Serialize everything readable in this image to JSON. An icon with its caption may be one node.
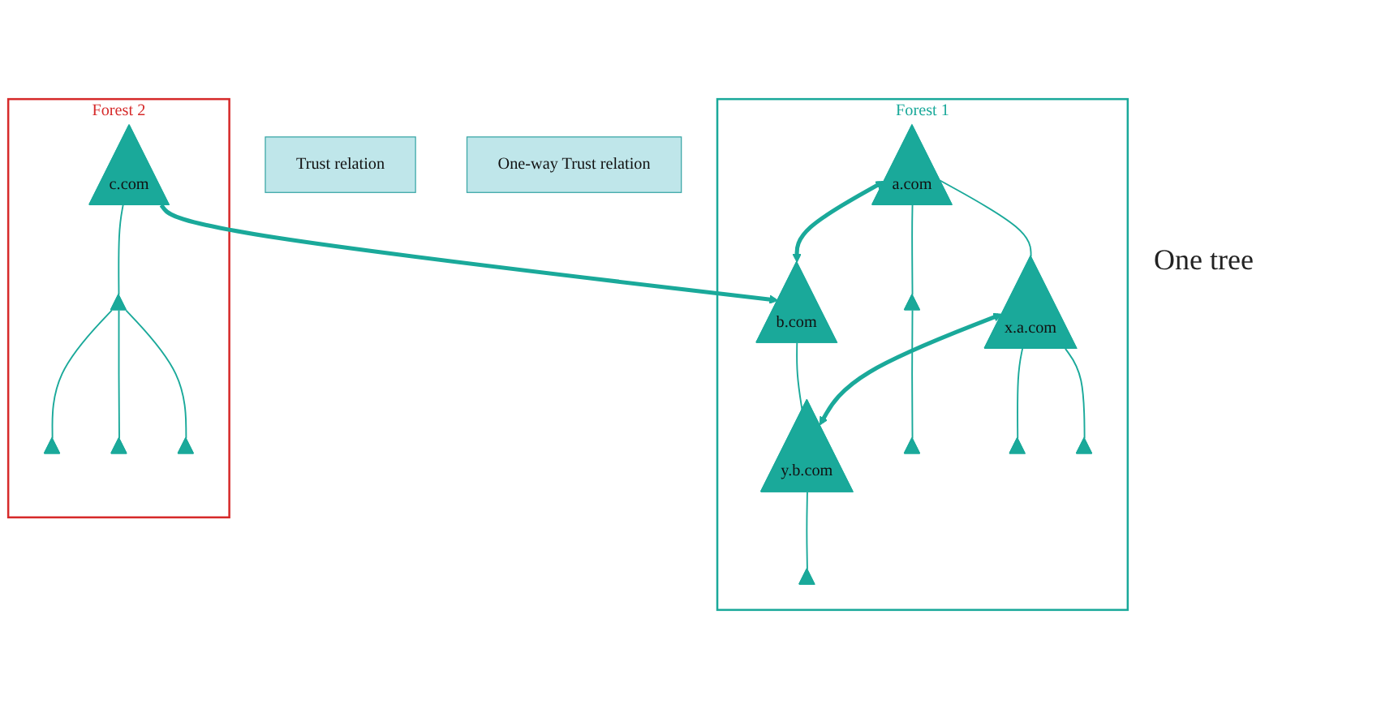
{
  "diagram": {
    "nodes": [
      {
        "text": [
          "Trust relation"
        ]
      },
      {
        "text": [
          "One-way Trust relation"
        ]
      },
      {
        "text": [
          "Forest 1"
        ]
      },
      {
        "text": [
          "a.com"
        ],
        "in": 2
      },
      {
        "text": [
          "b.com"
        ],
        "in": 2
      },
      {
        "text": [],
        "shape": "triangle",
        "in": 2
      },
      {
        "text": [
          "x.a.com"
        ],
        "in": 2
      },
      {
        "text": [
          "y.b.com"
        ],
        "in": 2
      },
      {
        "text": [],
        "shape": "triangle",
        "in": 2
      },
      {
        "text": [],
        "shape": "triangle",
        "in": 2
      },
      {
        "text": [],
        "shape": "triangle",
        "in": 2
      },
      {
        "text": [],
        "shape": "triangle",
        "in": 2
      },
      {
        "text": [
          "Forest 2"
        ]
      },
      {
        "text": [
          "c.com"
        ],
        "in": 12
      },
      {
        "text": [],
        "shape": "triangle",
        "in": 12
      },
      {
        "text": [],
        "shape": "triangle",
        "in": 12
      },
      {
        "text": [],
        "shape": "triangle",
        "in": 12
      },
      {
        "text": [],
        "shape": "triangle",
        "in": 12
      }
    ],
    "edges": [
      {
        "from": 3,
        "to": 4,
        "arrow": "both",
        "style": "thick"
      },
      {
        "from": 13,
        "to": 4,
        "arrow": "to",
        "style": "thick"
      },
      {
        "from": 6,
        "to": 7,
        "arrow": "both",
        "style": "thick"
      },
      {
        "from": 3,
        "to": 5,
        "arrow": "none"
      },
      {
        "from": 3,
        "to": 6,
        "arrow": "none"
      },
      {
        "from": 4,
        "to": 7,
        "arrow": "none"
      },
      {
        "from": 5,
        "to": 8,
        "arrow": "none"
      },
      {
        "from": 6,
        "to": 9,
        "arrow": "none"
      },
      {
        "from": 6,
        "to": 10,
        "arrow": "none"
      },
      {
        "from": 7,
        "to": 11,
        "arrow": "none"
      },
      {
        "from": 13,
        "to": 14,
        "arrow": "none"
      },
      {
        "from": 14,
        "to": 15,
        "arrow": "none"
      },
      {
        "from": 14,
        "to": 16,
        "arrow": "none"
      },
      {
        "from": 14,
        "to": 17,
        "arrow": "none"
      }
    ],
    "labels": [
      "One tree"
    ]
  }
}
